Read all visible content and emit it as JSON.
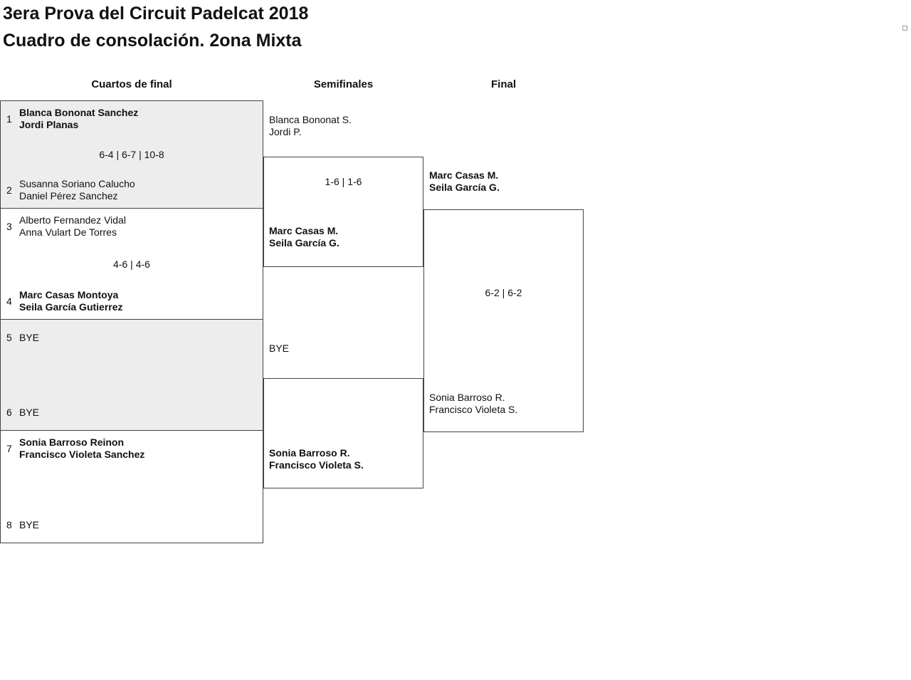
{
  "header": {
    "title_line1": "3era Prova del Circuit Padelcat 2018",
    "title_line2": "Cuadro de consolación. 2ona Mixta"
  },
  "columns": {
    "quarterfinals_label": "Cuartos de final",
    "semifinals_label": "Semifinales",
    "final_label": "Final"
  },
  "quarterfinals": [
    {
      "seed1": "1",
      "team1_line1": "Blanca Bononat Sanchez",
      "team1_line2": "Jordi Planas",
      "score": "6-4 | 6-7 | 10-8",
      "seed2": "2",
      "team2_line1": "Susanna Soriano Calucho",
      "team2_line2": "Daniel Pérez Sanchez"
    },
    {
      "seed1": "3",
      "team1_line1": "Alberto Fernandez Vidal",
      "team1_line2": "Anna Vulart De Torres",
      "score": "4-6 | 4-6",
      "seed2": "4",
      "team2_line1": "Marc Casas Montoya",
      "team2_line2": "Seila García Gutierrez"
    },
    {
      "seed1": "5",
      "team1_line1": "BYE",
      "team1_line2": "",
      "score": "",
      "seed2": "6",
      "team2_line1": "BYE",
      "team2_line2": ""
    },
    {
      "seed1": "7",
      "team1_line1": "Sonia Barroso Reinon",
      "team1_line2": "Francisco Violeta Sanchez",
      "score": "",
      "seed2": "8",
      "team2_line1": "BYE",
      "team2_line2": ""
    }
  ],
  "semifinals": [
    {
      "team1_line1": "Blanca Bononat S.",
      "team1_line2": "Jordi P.",
      "score": "1-6 | 1-6",
      "team2_line1": "Marc Casas M.",
      "team2_line2": "Seila García G."
    },
    {
      "team1_line1": "BYE",
      "team1_line2": "",
      "score": "",
      "team2_line1": "Sonia Barroso R.",
      "team2_line2": "Francisco Violeta S."
    }
  ],
  "final": {
    "team1_line1": "Marc Casas M.",
    "team1_line2": "Seila García G.",
    "score": "6-2 | 6-2",
    "team2_line1": "Sonia Barroso R.",
    "team2_line2": "Francisco Violeta S."
  },
  "icons": {
    "corner_widget": "small-square"
  },
  "colors": {
    "shaded_box": "#ededed",
    "border": "#444444",
    "text": "#111111"
  }
}
